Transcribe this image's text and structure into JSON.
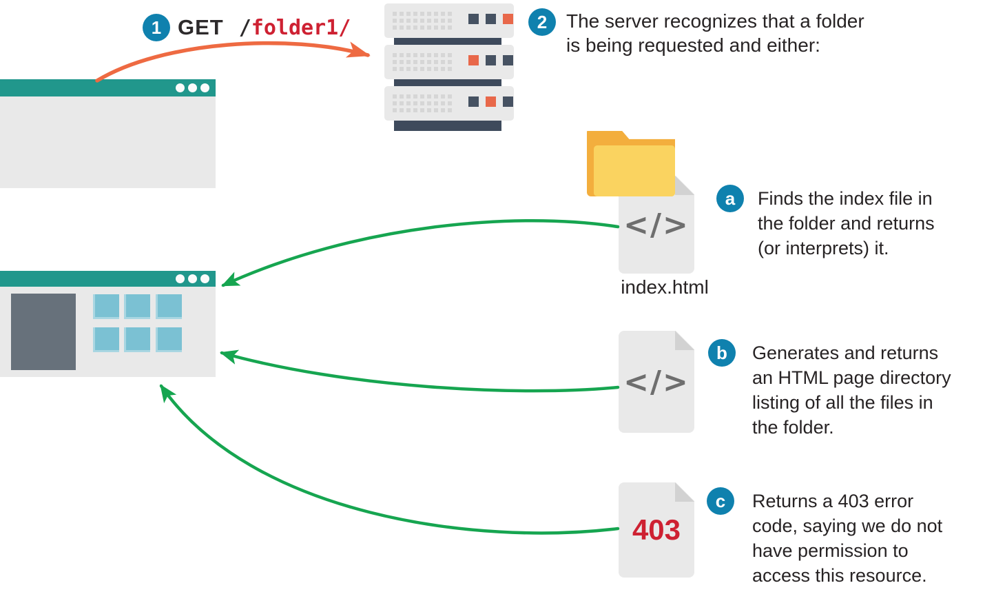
{
  "colors": {
    "teal": "#21978C",
    "window_gray": "#E9E9E9",
    "panel_slate": "#67717B",
    "tile_blue": "#7BC1D3",
    "vent_gray": "#D6D6D6",
    "navy": "#465262",
    "bar_navy": "#3E4A5C",
    "orange": "#EE6A42",
    "badge_blue": "#0F81AE",
    "red": "#CE2132",
    "green": "#16A550",
    "ink": "#272324",
    "dot_white": "#FBFBFB",
    "folder_back_yellow": "#F3AE3D",
    "folder_front_yellow": "#FAD360"
  },
  "icons": {
    "server": "server-stack-icon",
    "code_file": "code-file-icon",
    "error_file": "error-file-icon",
    "folder": "folder-icon",
    "browser": "browser-window-icon"
  },
  "step1": {
    "badge": "1",
    "method": "GET",
    "path_prefix": "/",
    "path_highlight": "folder1/"
  },
  "step2": {
    "badge": "2",
    "lines": [
      "The server recognizes that a folder",
      "is being requested and either:"
    ]
  },
  "options": {
    "a": {
      "badge": "a",
      "file_glyph": "</>",
      "file_label": "index.html",
      "lines": [
        "Finds the index file in",
        "the folder and returns",
        "(or interprets) it."
      ]
    },
    "b": {
      "badge": "b",
      "file_glyph": "</>",
      "lines": [
        "Generates and returns",
        "an HTML page directory",
        "listing of all the files in",
        "the folder."
      ]
    },
    "c": {
      "badge": "c",
      "file_code": "403",
      "lines": [
        "Returns a 403 error",
        "code, saying we do not",
        "have permission to",
        "access this resource."
      ]
    }
  }
}
